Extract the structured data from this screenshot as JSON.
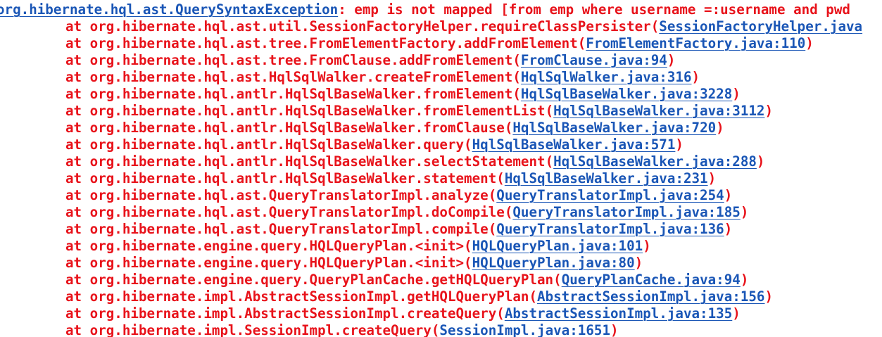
{
  "colors": {
    "error_text": "#e8131b",
    "link": "#1a56b6",
    "background": "#ffffff"
  },
  "exception": {
    "class_link": "org.hibernate.hql.ast.QuerySyntaxException",
    "message": ": emp is not mapped [from emp where username =:username and pwd"
  },
  "stack": [
    {
      "prefix": "at ",
      "method": "org.hibernate.hql.ast.util.SessionFactoryHelper.requireClassPersister",
      "link": "SessionFactoryHelper.java",
      "suffix": ""
    },
    {
      "prefix": "at ",
      "method": "org.hibernate.hql.ast.tree.FromElementFactory.addFromElement",
      "link": "FromElementFactory.java:110",
      "suffix": ")"
    },
    {
      "prefix": "at ",
      "method": "org.hibernate.hql.ast.tree.FromClause.addFromElement",
      "link": "FromClause.java:94",
      "suffix": ")"
    },
    {
      "prefix": "at ",
      "method": "org.hibernate.hql.ast.HqlSqlWalker.createFromElement",
      "link": "HqlSqlWalker.java:316",
      "suffix": ")"
    },
    {
      "prefix": "at ",
      "method": "org.hibernate.hql.antlr.HqlSqlBaseWalker.fromElement",
      "link": "HqlSqlBaseWalker.java:3228",
      "suffix": ")"
    },
    {
      "prefix": "at ",
      "method": "org.hibernate.hql.antlr.HqlSqlBaseWalker.fromElementList",
      "link": "HqlSqlBaseWalker.java:3112",
      "suffix": ")"
    },
    {
      "prefix": "at ",
      "method": "org.hibernate.hql.antlr.HqlSqlBaseWalker.fromClause",
      "link": "HqlSqlBaseWalker.java:720",
      "suffix": ")"
    },
    {
      "prefix": "at ",
      "method": "org.hibernate.hql.antlr.HqlSqlBaseWalker.query",
      "link": "HqlSqlBaseWalker.java:571",
      "suffix": ")"
    },
    {
      "prefix": "at ",
      "method": "org.hibernate.hql.antlr.HqlSqlBaseWalker.selectStatement",
      "link": "HqlSqlBaseWalker.java:288",
      "suffix": ")"
    },
    {
      "prefix": "at ",
      "method": "org.hibernate.hql.antlr.HqlSqlBaseWalker.statement",
      "link": "HqlSqlBaseWalker.java:231",
      "suffix": ")"
    },
    {
      "prefix": "at ",
      "method": "org.hibernate.hql.ast.QueryTranslatorImpl.analyze",
      "link": "QueryTranslatorImpl.java:254",
      "suffix": ")"
    },
    {
      "prefix": "at ",
      "method": "org.hibernate.hql.ast.QueryTranslatorImpl.doCompile",
      "link": "QueryTranslatorImpl.java:185",
      "suffix": ")"
    },
    {
      "prefix": "at ",
      "method": "org.hibernate.hql.ast.QueryTranslatorImpl.compile",
      "link": "QueryTranslatorImpl.java:136",
      "suffix": ")"
    },
    {
      "prefix": "at ",
      "method": "org.hibernate.engine.query.HQLQueryPlan.<init>",
      "link": "HQLQueryPlan.java:101",
      "suffix": ")"
    },
    {
      "prefix": "at ",
      "method": "org.hibernate.engine.query.HQLQueryPlan.<init>",
      "link": "HQLQueryPlan.java:80",
      "suffix": ")"
    },
    {
      "prefix": "at ",
      "method": "org.hibernate.engine.query.QueryPlanCache.getHQLQueryPlan",
      "link": "QueryPlanCache.java:94",
      "suffix": ")"
    },
    {
      "prefix": "at ",
      "method": "org.hibernate.impl.AbstractSessionImpl.getHQLQueryPlan",
      "link": "AbstractSessionImpl.java:156",
      "suffix": ")"
    },
    {
      "prefix": "at ",
      "method": "org.hibernate.impl.AbstractSessionImpl.createQuery",
      "link": "AbstractSessionImpl.java:135",
      "suffix": ")"
    },
    {
      "prefix": "at ",
      "method": "org.hibernate.impl.SessionImpl.createQuery",
      "link": "SessionImpl.java:1651",
      "suffix": ")"
    }
  ]
}
